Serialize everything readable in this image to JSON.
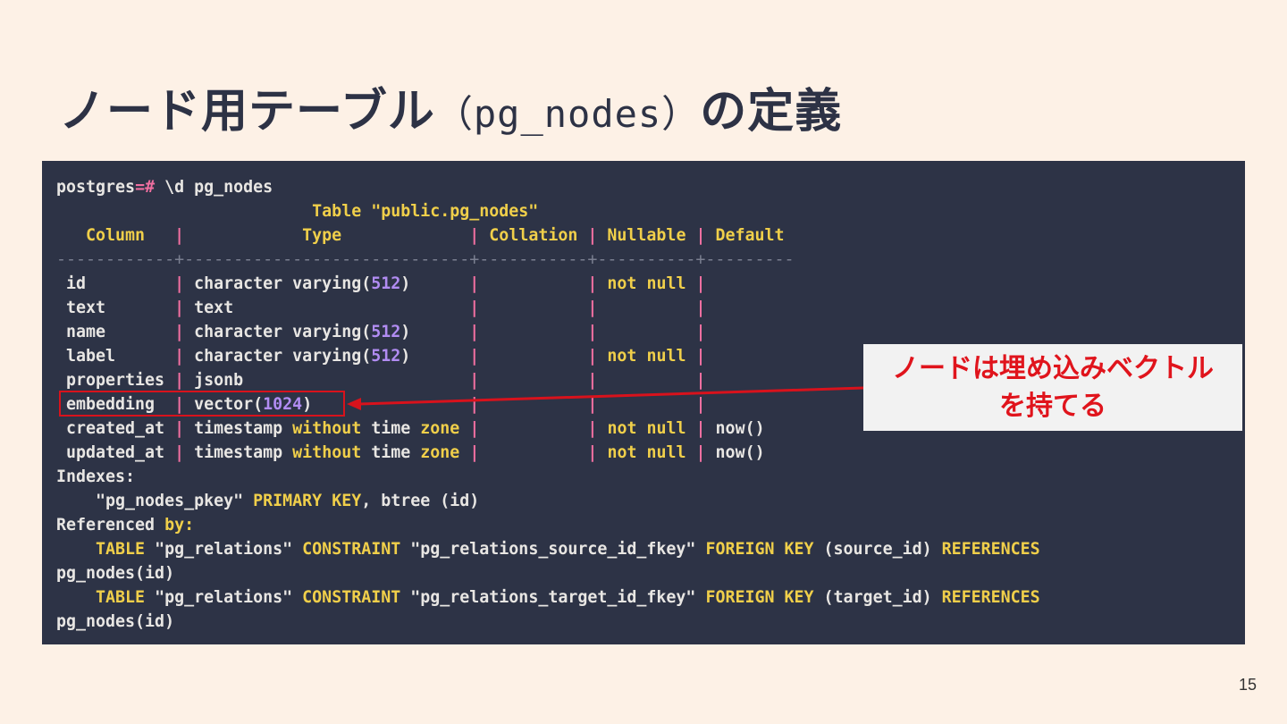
{
  "slide": {
    "title_prefix": "ノード用テーブル",
    "title_code": "（pg_nodes）",
    "title_suffix": "の定義",
    "page_number": "15"
  },
  "terminal": {
    "prompt_user": "postgres",
    "prompt_symbol": "=#",
    "command": " \\d pg_nodes",
    "table_heading": "Table \"public.pg_nodes\"",
    "headers": [
      "Column",
      "Type",
      "Collation",
      "Nullable",
      "Default"
    ],
    "rows": [
      {
        "column": "id",
        "type": "character varying(512)",
        "nullable": "not null",
        "default": ""
      },
      {
        "column": "text",
        "type": "text",
        "nullable": "",
        "default": ""
      },
      {
        "column": "name",
        "type": "character varying(512)",
        "nullable": "",
        "default": ""
      },
      {
        "column": "label",
        "type": "character varying(512)",
        "nullable": "not null",
        "default": ""
      },
      {
        "column": "properties",
        "type": "jsonb",
        "nullable": "",
        "default": ""
      },
      {
        "column": "embedding",
        "type": "vector(1024)",
        "nullable": "",
        "default": ""
      },
      {
        "column": "created_at",
        "type": "timestamp without time zone",
        "nullable": "not null",
        "default": "now()"
      },
      {
        "column": "updated_at",
        "type": "timestamp without time zone",
        "nullable": "not null",
        "default": "now()"
      }
    ],
    "indexes_label": "Indexes:",
    "index_line": "\"pg_nodes_pkey\" PRIMARY KEY, btree (id)",
    "referenced_label": "Referenced by:",
    "references": [
      "TABLE \"pg_relations\" CONSTRAINT \"pg_relations_source_id_fkey\" FOREIGN KEY (source_id) REFERENCES pg_nodes(id)",
      "TABLE \"pg_relations\" CONSTRAINT \"pg_relations_target_id_fkey\" FOREIGN KEY (target_id) REFERENCES pg_nodes(id)"
    ]
  },
  "callout": {
    "text": "ノードは埋め込みベクトル\nを持てる"
  },
  "colors": {
    "background": "#fdf1e6",
    "title": "#2d3245",
    "terminal_bg": "#2d3346",
    "keyword": "#f0cf4a",
    "separator": "#f06fa0",
    "number": "#b18cf2",
    "annotation_red": "#d8121c"
  }
}
